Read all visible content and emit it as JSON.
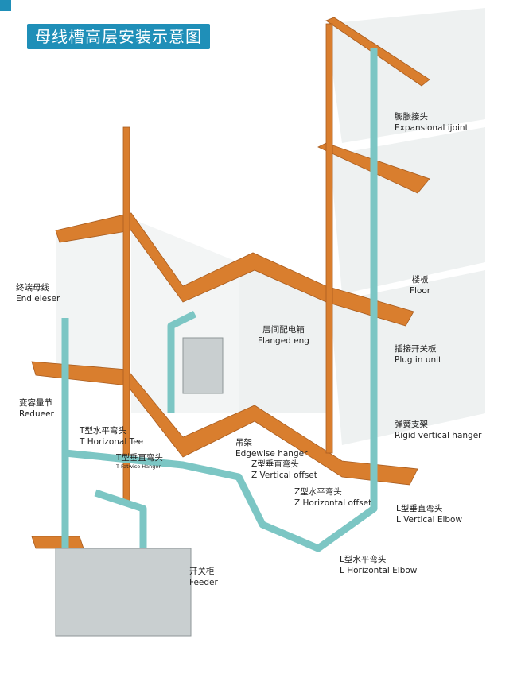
{
  "title": "母线槽高层安装示意图",
  "colors": {
    "accent": "#1f8fb8",
    "slab": "#d97e2e",
    "busway": "#7cc6c4",
    "wall": "#eef1f1"
  },
  "labels": {
    "expansion": {
      "zh": "膨胀接头",
      "en": "Expansional ijoint"
    },
    "floor": {
      "zh": "楼板",
      "en": "Floor"
    },
    "plugin": {
      "zh": "插接开关板",
      "en": "Plug in unit"
    },
    "rigid": {
      "zh": "弹簧支架",
      "en": "Rigid vertical hanger"
    },
    "flanged": {
      "zh": "层间配电箱",
      "en": "Flanged eng"
    },
    "endeleser": {
      "zh": "终端母线",
      "en": "End eleser"
    },
    "reducer": {
      "zh": "变容量节",
      "en": "Redueer"
    },
    "ttee": {
      "zh": "T型水平弯头",
      "en": "T Horizonal Tee"
    },
    "tfatwise": {
      "zh": "T型垂直弯头",
      "en": "T Fatwise Hanger"
    },
    "edgewise": {
      "zh": "吊架",
      "en": "Edgewise hanger"
    },
    "zvertical": {
      "zh": "Z型垂直弯头",
      "en": "Z Vertical offset"
    },
    "zhorizontal": {
      "zh": "Z型水平弯头",
      "en": "Z Horizontal offset"
    },
    "lvertical": {
      "zh": "L型垂直弯头",
      "en": "L Vertical Elbow"
    },
    "lhorizontal": {
      "zh": "L型水平弯头",
      "en": "L Horizontal Elbow"
    },
    "feeder": {
      "zh": "开关柜",
      "en": "Feeder"
    }
  }
}
